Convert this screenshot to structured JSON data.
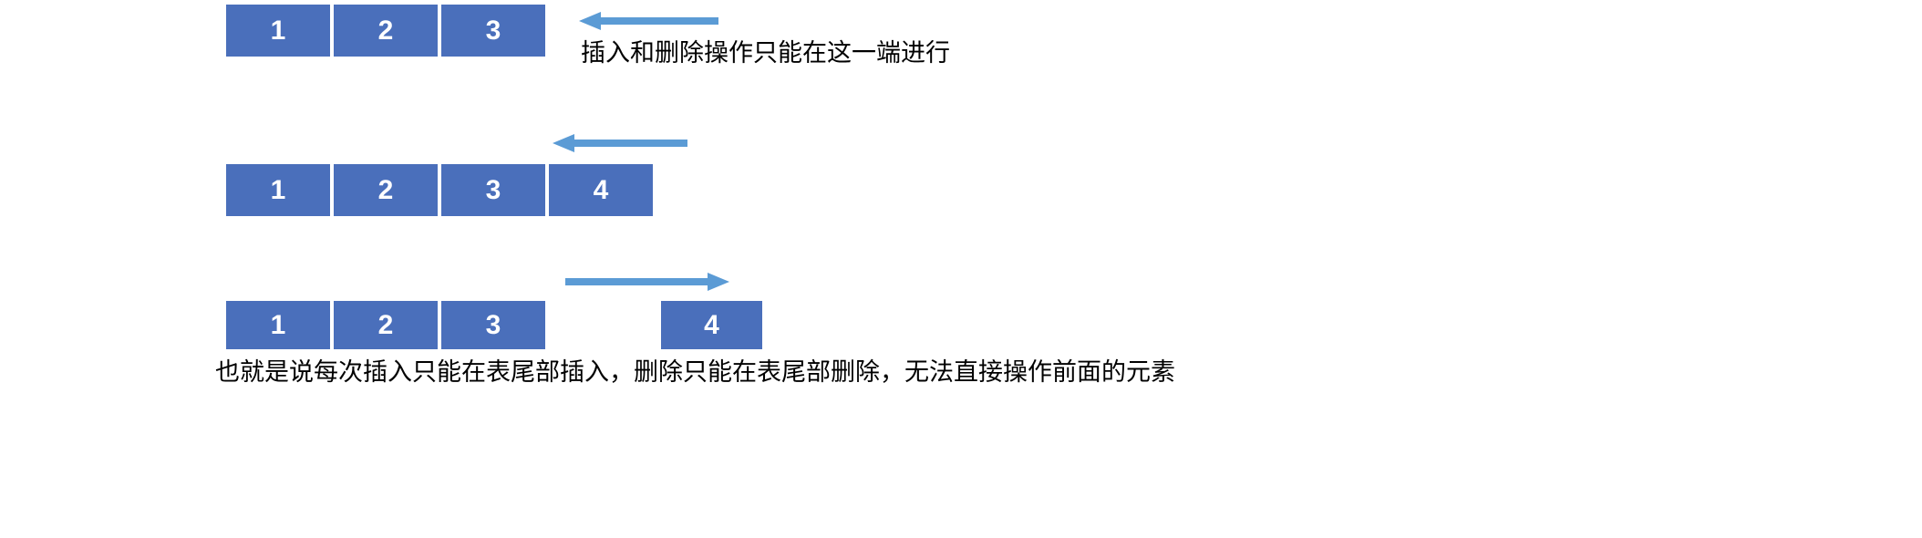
{
  "diagram": {
    "title_visible": false,
    "background_color": "#ffffff",
    "box_fill_color": "#4A6FBB",
    "box_text_color": "#ffffff",
    "arrow_color": "#5B9BD5",
    "caption_color": "#000000",
    "rows": [
      {
        "id": "row-1",
        "cells": [
          "1",
          "2",
          "3"
        ],
        "arrow": {
          "direction": "left",
          "name": "arrow-left-row1"
        },
        "caption": "插入和删除操作只能在这一端进行"
      },
      {
        "id": "row-2",
        "cells": [
          "1",
          "2",
          "3",
          "4"
        ],
        "arrow": {
          "direction": "left",
          "name": "arrow-left-row2"
        },
        "caption": ""
      },
      {
        "id": "row-3",
        "cells": [
          "1",
          "2",
          "3"
        ],
        "detached_cell": "4",
        "arrow": {
          "direction": "right",
          "name": "arrow-right-row3"
        },
        "caption": ""
      }
    ],
    "bottom_caption": "也就是说每次插入只能在表尾部插入，删除只能在表尾部删除，无法直接操作前面的元素"
  }
}
